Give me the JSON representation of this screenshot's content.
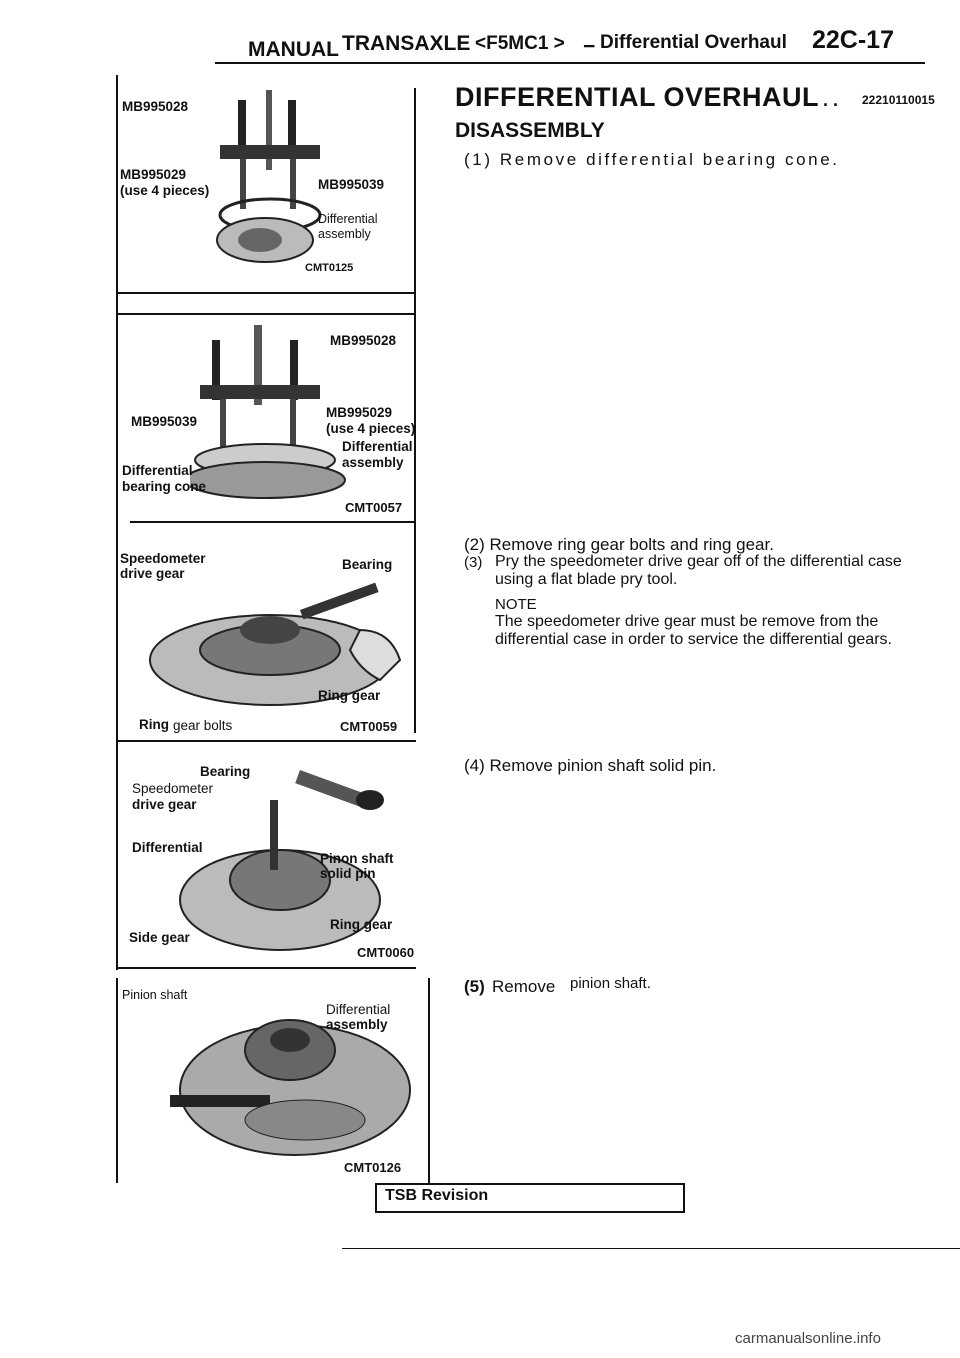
{
  "header": {
    "manual": "MANUAL",
    "transaxle": "TRANSAXLE",
    "model": "<F5MC1 >",
    "dash": "−",
    "section": "Differential Overhaul",
    "page_no": "22C-17"
  },
  "figures": [
    {
      "code": "CMT0125",
      "labels": {
        "tool_top": "MB995028",
        "tool_left": "MB995029",
        "tool_left_note": "(use 4 pieces)",
        "tool_right": "MB995039",
        "part": "Differential",
        "part2": "assembly"
      }
    },
    {
      "code": "CMT0057",
      "labels": {
        "tool_top": "MB995028",
        "tool_left": "MB995039",
        "tool_right": "MB995029",
        "tool_right_note": "(use 4 pieces)",
        "part_right": "Differential",
        "part_right2": "assembly",
        "part_left": "Differential",
        "part_left2": "bearing cone"
      }
    },
    {
      "code": "CMT0059",
      "labels": {
        "speedometer": "Speedometer",
        "drive_gear": "drive gear",
        "bearing": "Bearing",
        "ring_gear": "Ring gear",
        "ring_gear_bolts_a": "Ring",
        "ring_gear_bolts_b": "gear bolts"
      }
    },
    {
      "code": "CMT0060",
      "labels": {
        "bearing": "Bearing",
        "speedometer": "Speedometer",
        "drive_gear": "drive gear",
        "differential": "Differential",
        "pinion_shaft": "Pinon shaft",
        "solid_pin": "solid pin",
        "ring_gear": "Ring gear",
        "side_gear": "Side gear"
      }
    },
    {
      "code": "CMT0126",
      "labels": {
        "pinion_shaft": "Pinion shaft",
        "differential": "Differential",
        "assembly": "assembly"
      }
    }
  ],
  "main": {
    "title": "DIFFERENTIAL OVERHAUL",
    "dots": ". .",
    "code": "22210110015",
    "subtitle": "DISASSEMBLY",
    "steps": {
      "s1": "(1) Remove differential bearing cone.",
      "s2": "(2) Remove ring gear bolts and ring gear.",
      "s3_num": "(3)",
      "s3_a": "Pry the speedometer drive gear off of the differential case",
      "s3_b": "using a flat blade pry tool.",
      "note": "NOTE",
      "note_a": "The speedometer drive gear must be remove from the",
      "note_b": "differential case in order to service the differential gears.",
      "s4": "(4) Remove pinion shaft solid pin.",
      "s5_num": "(5)",
      "s5_a": "Remove",
      "s5_b": "pinion shaft."
    }
  },
  "footer": {
    "tsb": "TSB Revision",
    "site": "carmanualsonline.info"
  }
}
